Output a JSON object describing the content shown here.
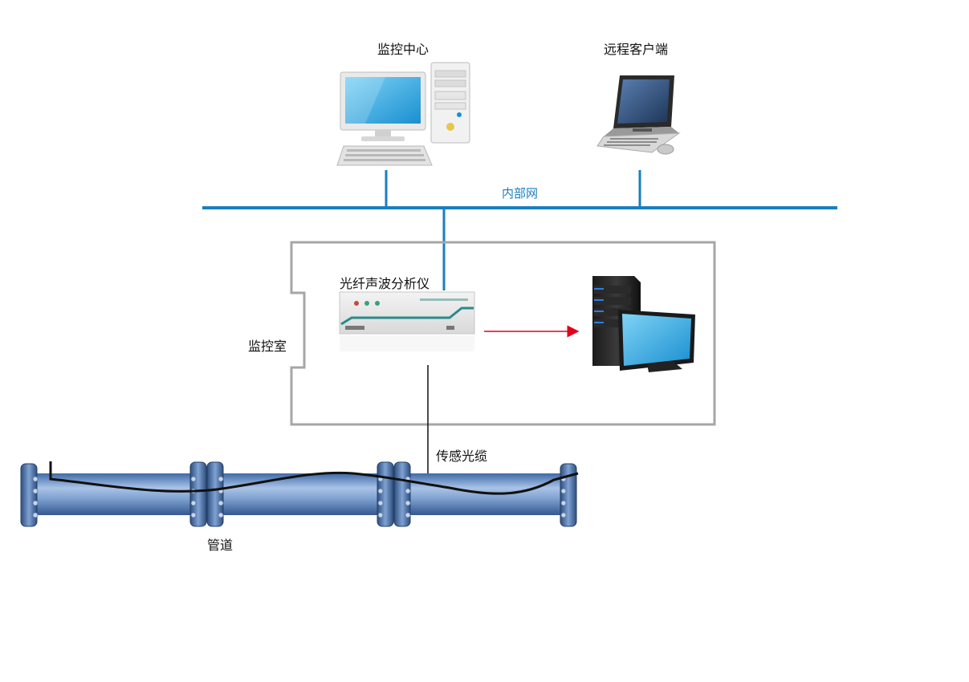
{
  "labels": {
    "monitoring_center": "监控中心",
    "remote_client": "远程客户端",
    "intranet": "内部网",
    "analyzer": "光纤声波分析仪",
    "control_room": "监控室",
    "sensing_cable": "传感光缆",
    "pipeline": "管道"
  },
  "colors": {
    "network_line": "#1a7fc0",
    "room_border": "#a6a6a6",
    "arrow": "#e0001b",
    "pipe": "#6f93c8",
    "pipe_dark": "#355a8c"
  },
  "icons": [
    "desktop-computer-icon",
    "laptop-icon",
    "analyzer-device-icon",
    "server-monitor-icon",
    "pipeline-icon"
  ]
}
